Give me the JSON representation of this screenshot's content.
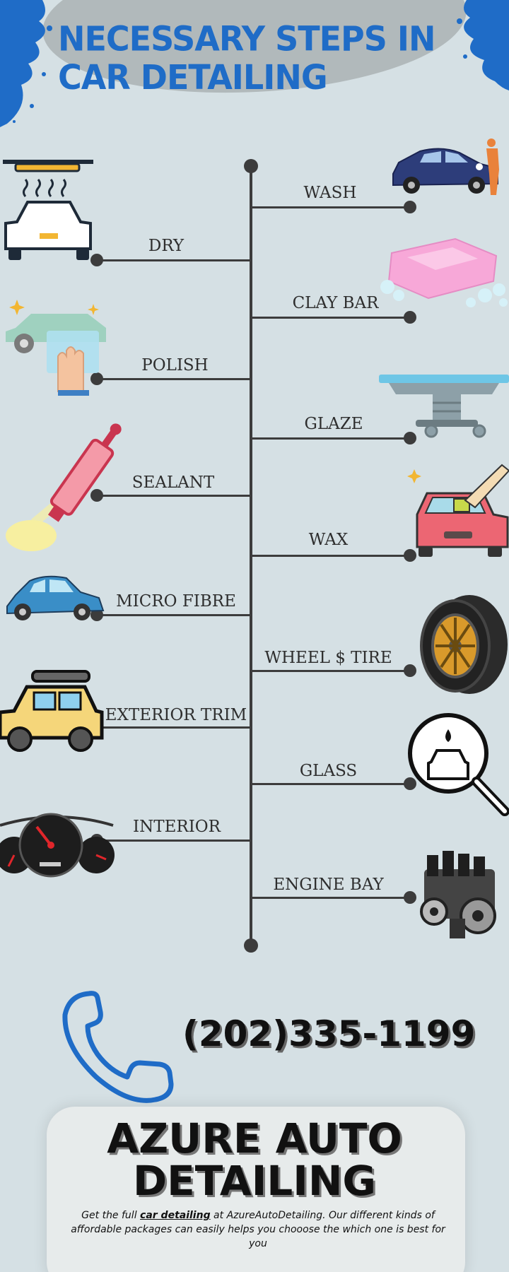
{
  "header": {
    "title_line1": "NECESSARY STEPS IN",
    "title_line2": "CAR DETAILING"
  },
  "steps_left": [
    {
      "label": "DRY",
      "icon": "car-dryer-icon"
    },
    {
      "label": "POLISH",
      "icon": "polish-hand-icon"
    },
    {
      "label": "SEALANT",
      "icon": "sealant-tube-icon"
    },
    {
      "label": "MICRO FIBRE",
      "icon": "blue-car-icon"
    },
    {
      "label": "EXTERIOR TRIM",
      "icon": "roof-rack-car-icon"
    },
    {
      "label": "INTERIOR",
      "icon": "dashboard-gauge-icon"
    }
  ],
  "steps_right": [
    {
      "label": "WASH",
      "icon": "washing-car-icon"
    },
    {
      "label": "CLAY BAR",
      "icon": "clay-bar-icon"
    },
    {
      "label": "GLAZE",
      "icon": "lift-table-icon"
    },
    {
      "label": "WAX",
      "icon": "waxing-car-icon"
    },
    {
      "label": "WHEEL $ TIRE",
      "icon": "tire-icon"
    },
    {
      "label": "GLASS",
      "icon": "magnifier-car-icon"
    },
    {
      "label": "ENGINE BAY",
      "icon": "engine-icon"
    }
  ],
  "contact": {
    "phone": "(202)335-1199",
    "phone_icon": "phone-handset-icon"
  },
  "footer": {
    "brand_line1": "AZURE AUTO",
    "brand_line2": "DETAILING",
    "blurb_prefix": "Get the full ",
    "blurb_link": "car detailing",
    "blurb_suffix": " at AzureAutoDetailing. Our different kinds of affordable packages can easily helps you chooose the which one is best for you"
  },
  "colors": {
    "background": "#d5e0e4",
    "title_blue": "#1f6cc7",
    "line": "#3c3c3c"
  }
}
